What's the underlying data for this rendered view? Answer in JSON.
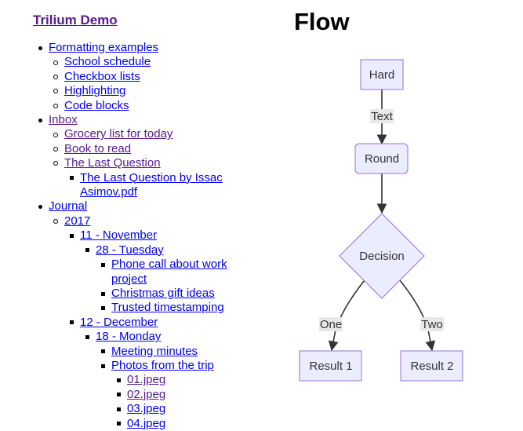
{
  "site_title": "Trilium Demo",
  "tree": [
    {
      "label": "Formatting examples",
      "level": 1,
      "bullet": "disc",
      "visited": false
    },
    {
      "label": "School schedule",
      "level": 2,
      "bullet": "circle",
      "visited": false
    },
    {
      "label": "Checkbox lists",
      "level": 2,
      "bullet": "circle",
      "visited": false
    },
    {
      "label": "Highlighting",
      "level": 2,
      "bullet": "circle",
      "visited": false
    },
    {
      "label": "Code blocks",
      "level": 2,
      "bullet": "circle",
      "visited": false
    },
    {
      "label": "Inbox",
      "level": 1,
      "bullet": "disc",
      "visited": true
    },
    {
      "label": "Grocery list for today",
      "level": 2,
      "bullet": "circle",
      "visited": true
    },
    {
      "label": "Book to read",
      "level": 2,
      "bullet": "circle",
      "visited": true
    },
    {
      "label": "The Last Question",
      "level": 2,
      "bullet": "circle",
      "visited": true
    },
    {
      "label": "The Last Question by Issac Asimov.pdf",
      "level": 3,
      "bullet": "square",
      "visited": false
    },
    {
      "label": "Journal",
      "level": 1,
      "bullet": "disc",
      "visited": false
    },
    {
      "label": "2017",
      "level": 2,
      "bullet": "circle",
      "visited": false
    },
    {
      "label": "11 - November",
      "level": 3,
      "bullet": "square",
      "visited": false
    },
    {
      "label": "28 - Tuesday",
      "level": 4,
      "bullet": "square",
      "visited": false
    },
    {
      "label": "Phone call about work project",
      "level": 5,
      "bullet": "square",
      "visited": false
    },
    {
      "label": "Christmas gift ideas",
      "level": 5,
      "bullet": "square",
      "visited": false
    },
    {
      "label": "Trusted timestamping",
      "level": 5,
      "bullet": "square",
      "visited": false
    },
    {
      "label": "12 - December",
      "level": 3,
      "bullet": "square",
      "visited": false
    },
    {
      "label": "18 - Monday",
      "level": 4,
      "bullet": "square",
      "visited": false
    },
    {
      "label": "Meeting minutes",
      "level": 5,
      "bullet": "square",
      "visited": false
    },
    {
      "label": "Photos from the trip",
      "level": 5,
      "bullet": "square",
      "visited": false
    },
    {
      "label": "01.jpeg",
      "level": 6,
      "bullet": "square",
      "visited": true
    },
    {
      "label": "02.jpeg",
      "level": 6,
      "bullet": "square",
      "visited": true
    },
    {
      "label": "03.jpeg",
      "level": 6,
      "bullet": "square",
      "visited": false
    },
    {
      "label": "04.jpeg",
      "level": 6,
      "bullet": "square",
      "visited": false
    }
  ],
  "flow": {
    "title": "Flow",
    "nodes": {
      "hard": "Hard",
      "round": "Round",
      "decision": "Decision",
      "result1": "Result 1",
      "result2": "Result 2"
    },
    "edges": {
      "text": "Text",
      "one": "One",
      "two": "Two"
    },
    "colors": {
      "node_fill": "#ECECFF",
      "node_stroke": "#9370DB",
      "edge": "#333333",
      "label_bg": "#e8e8e8"
    }
  }
}
